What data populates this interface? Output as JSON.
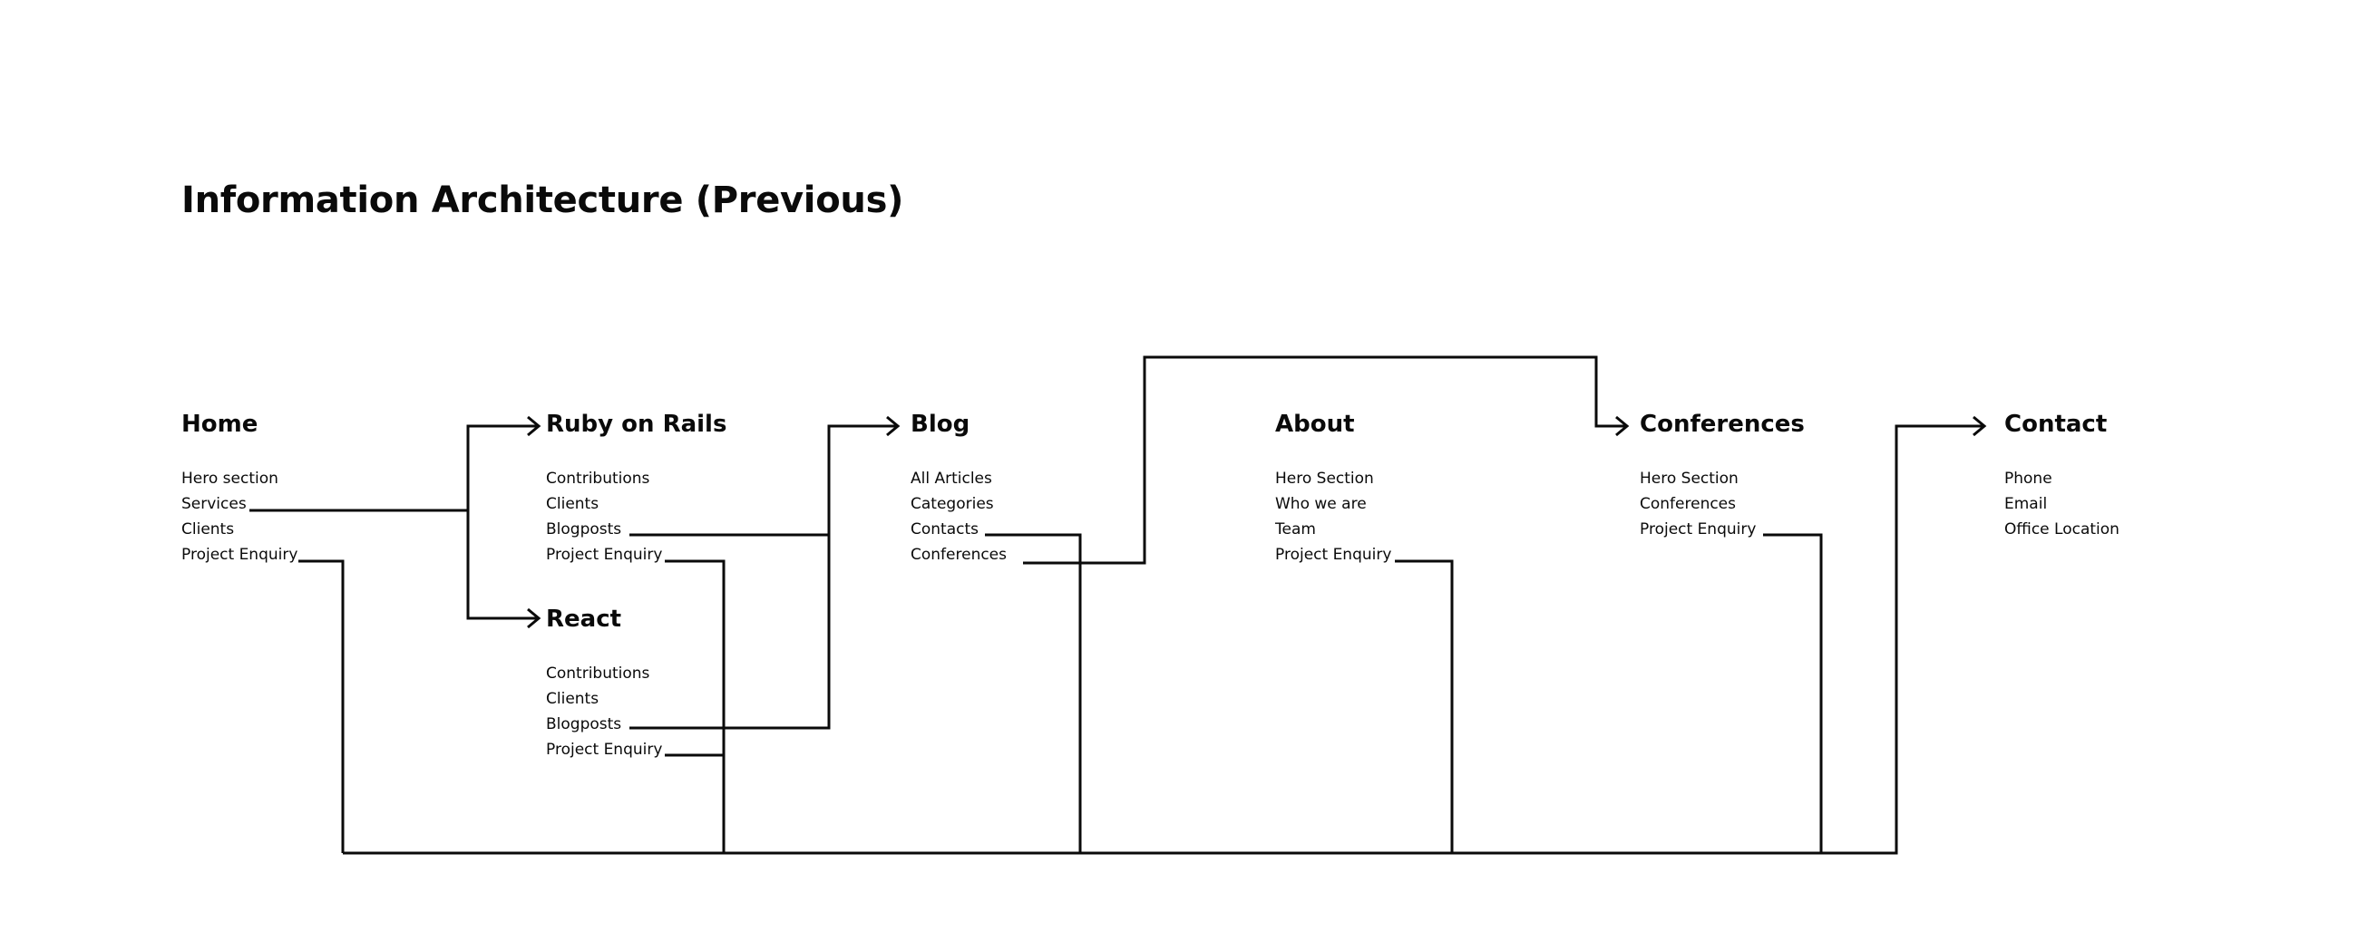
{
  "page": {
    "title": "Information Architecture (Previous)"
  },
  "sections": {
    "home": {
      "title": "Home",
      "items": [
        "Hero section",
        "Services",
        "Clients",
        "Project Enquiry"
      ]
    },
    "ruby": {
      "title": "Ruby on Rails",
      "items": [
        "Contributions",
        "Clients",
        "Blogposts",
        "Project Enquiry"
      ]
    },
    "react": {
      "title": "React",
      "items": [
        "Contributions",
        "Clients",
        "Blogposts",
        "Project Enquiry"
      ]
    },
    "blog": {
      "title": "Blog",
      "items": [
        "All Articles",
        "Categories",
        "Contacts",
        "Conferences"
      ]
    },
    "about": {
      "title": "About",
      "items": [
        "Hero Section",
        "Who we are",
        "Team",
        "Project Enquiry"
      ]
    },
    "conferences": {
      "title": "Conferences",
      "items": [
        "Hero Section",
        "Conferences",
        "Project Enquiry"
      ]
    },
    "contact": {
      "title": "Contact",
      "items": [
        "Phone",
        "Email",
        "Office Location"
      ]
    }
  },
  "colors": {
    "ink": "#0a0a0a",
    "background": "#ffffff"
  }
}
